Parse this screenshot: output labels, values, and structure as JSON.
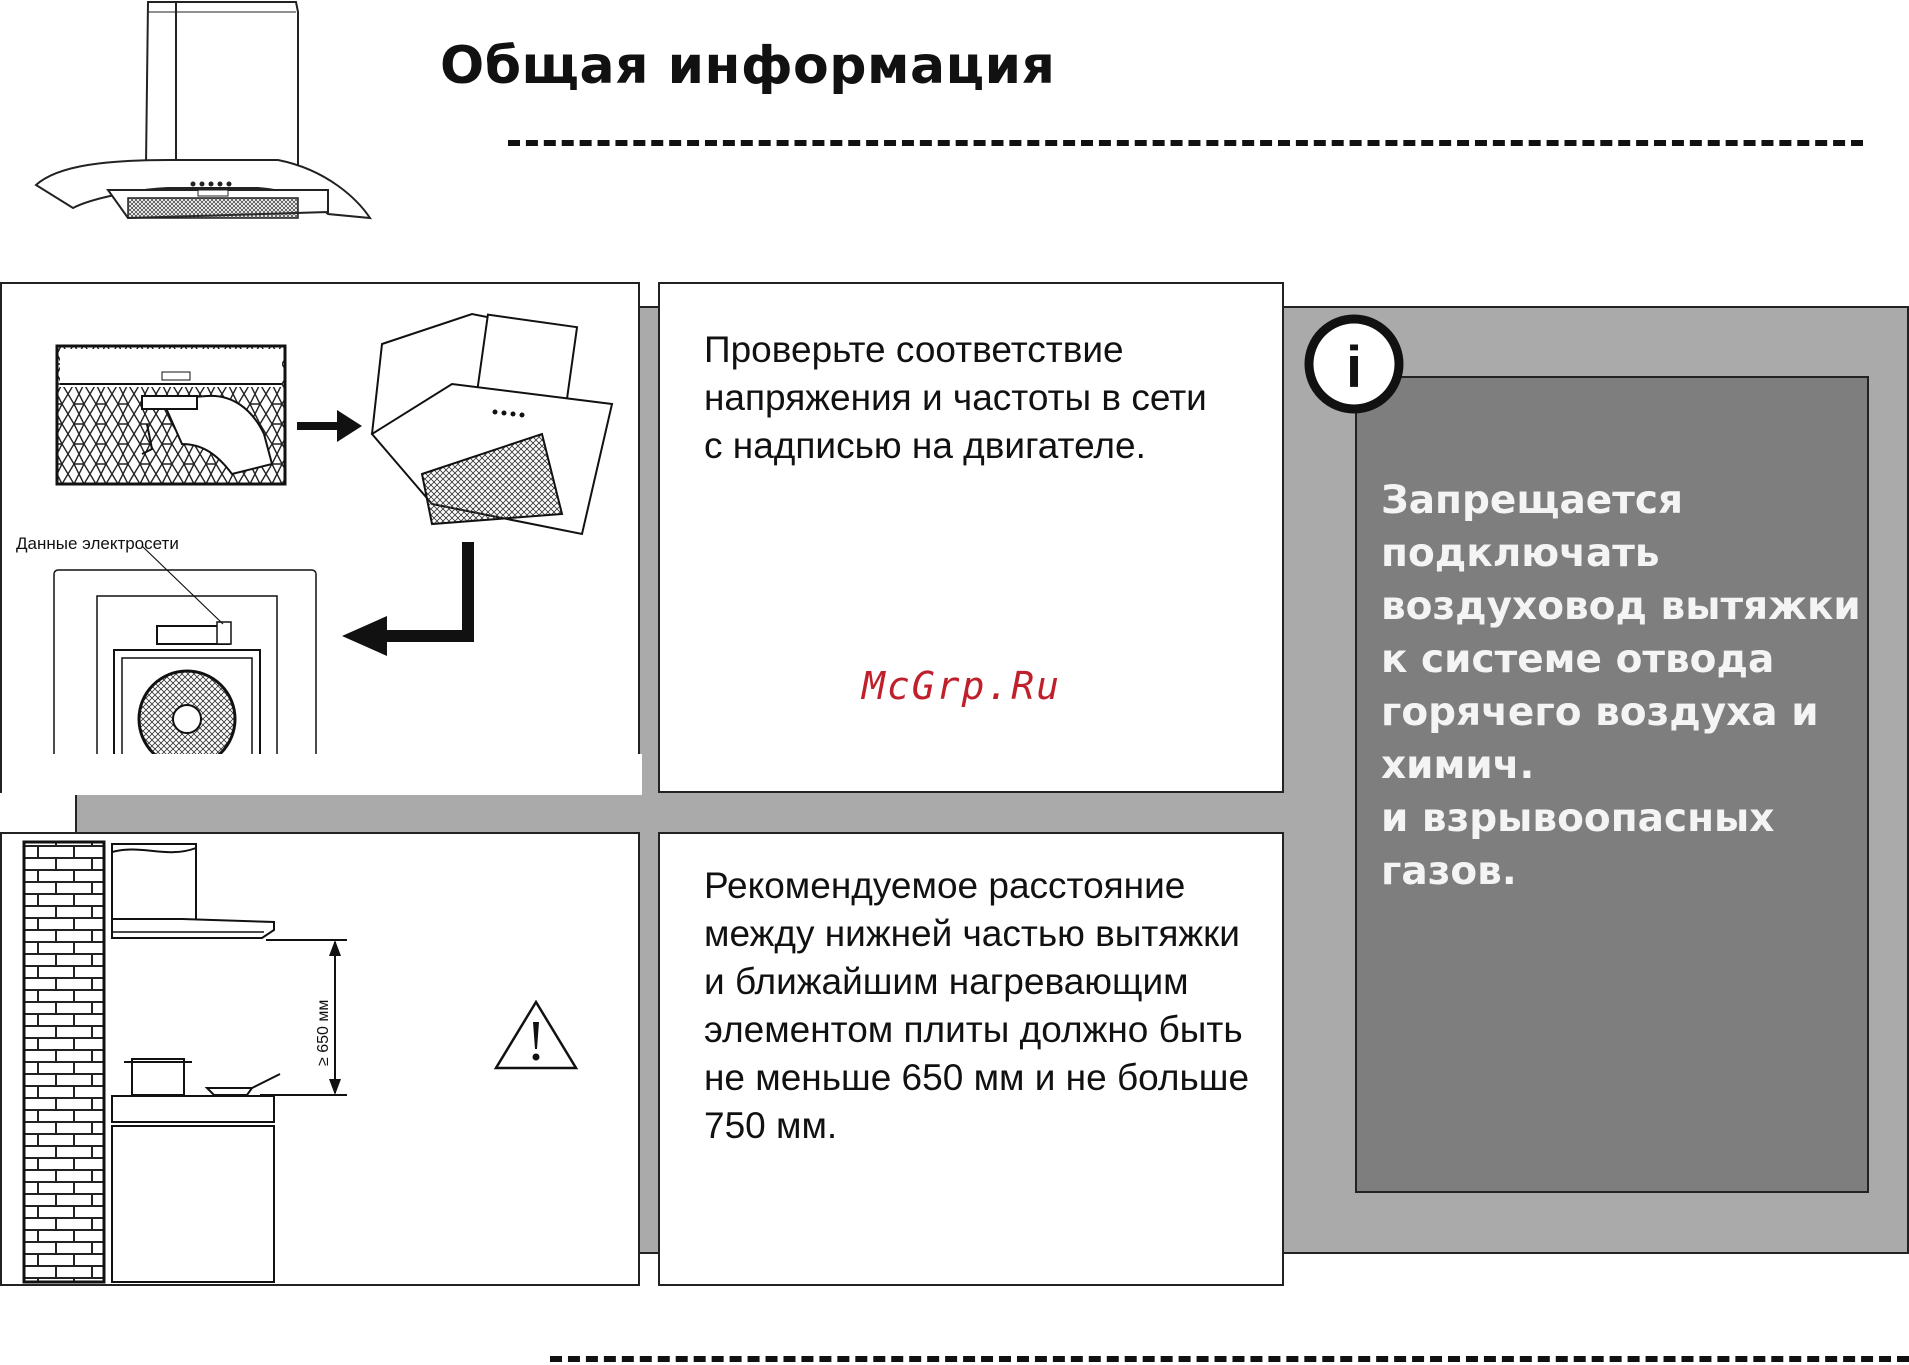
{
  "header": {
    "title": "Общая информация"
  },
  "panels": {
    "voltage": {
      "text": "Проверьте соответствие напряжения и частоты в сети с надписью на двигателе."
    },
    "distance": {
      "text": "Рекомендуемое расстояние между нижней частью вытяжки и ближайшим нагревающим элементом плиты должно быть не меньше 650 мм и не больше 750 мм."
    },
    "warning": {
      "icon": "info-icon",
      "text": "Запрещается\nподключать\nвоздуховод вытяжки\nк системе отвода\nгорячего воздуха и\nхимич.\nи взрывоопасных\nгазов."
    }
  },
  "figures": {
    "power_label": "Данные электросети",
    "dimension_label": "≥ 650 мм",
    "warning_icon": "caution-triangle-icon"
  },
  "watermark": "McGrp.Ru",
  "colors": {
    "band": "#aaaaaa",
    "warning_panel": "#7e7e7e",
    "warning_text": "#f4f4f4",
    "watermark": "#c0202b"
  }
}
